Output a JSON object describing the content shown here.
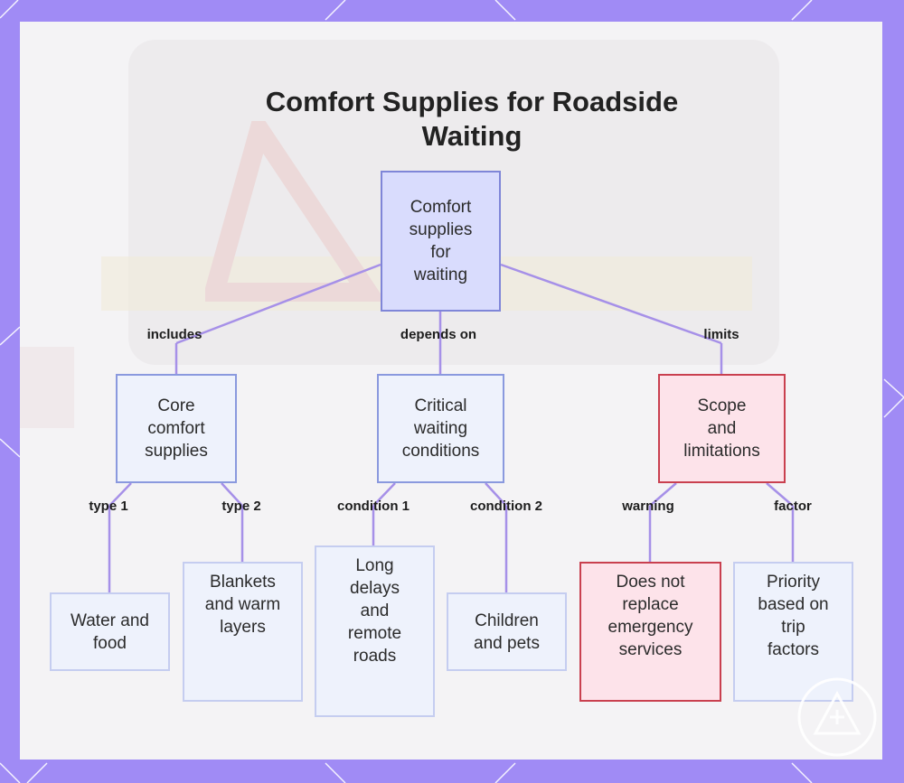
{
  "title": "Comfort Supplies for Roadside\nWaiting",
  "colors": {
    "frame": "#a08bf5",
    "panel": "#f4f3f5",
    "link": "#a690e8",
    "root_fill": "#d9dcfd",
    "root_border": "#7f86d8",
    "node_fill": "#eef2fc",
    "node_border": "#8a99de",
    "leaf_border": "#c5cdf0",
    "warn_fill": "#fde3ea",
    "warn_border": "#c9404f"
  },
  "nodes": {
    "root": "Comfort\nsupplies\nfor\nwaiting",
    "core": "Core\ncomfort\nsupplies",
    "conditions": "Critical\nwaiting\nconditions",
    "scope": "Scope\nand\nlimitations",
    "water": "Water and\nfood",
    "blankets": "Blankets\nand warm\nlayers",
    "long_delays": "Long\ndelays\nand\nremote\nroads",
    "children": "Children\nand pets",
    "not_replace": "Does not\nreplace\nemergency\nservices",
    "priority": "Priority\nbased on\ntrip\nfactors"
  },
  "edges": {
    "includes": "includes",
    "depends_on": "depends on",
    "limits": "limits",
    "type1": "type 1",
    "type2": "type 2",
    "condition1": "condition 1",
    "condition2": "condition 2",
    "warning": "warning",
    "factor": "factor"
  },
  "icons": {
    "corner_badge": "warning-triangle-icon"
  }
}
